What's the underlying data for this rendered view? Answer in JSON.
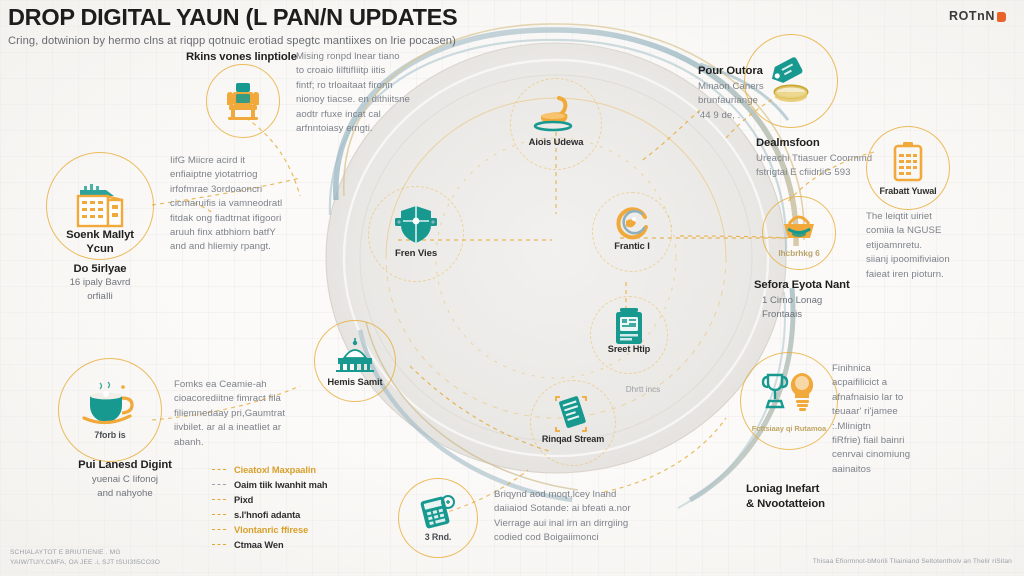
{
  "header": {
    "title": "DROP DIGITAL YAUN (L PAN/N UPDATES",
    "subtitle": "Cring, dotwinion by hermo clns at riqpp qotnuic erotiad spegtc mantiixes on lrie pocasen)",
    "brand": "ROTnN"
  },
  "center": {
    "hub_label": "Dhrtt incs"
  },
  "inner_nodes": [
    {
      "id": "fren-vies",
      "label": "Fren Vies",
      "icon": "shield-icon"
    },
    {
      "id": "frantic-i",
      "label": "Frantic I",
      "icon": "swirl-circle-icon"
    },
    {
      "id": "aiois-udewa",
      "label": "Aiois Udewa",
      "icon": "lamp-icon"
    },
    {
      "id": "sreet-htip",
      "label": "Sreet Htip",
      "icon": "book-icon"
    },
    {
      "id": "rinqad-stream",
      "label": "Rinqad Stream",
      "icon": "tilted-document-icon"
    },
    {
      "id": "hemis-samit",
      "label": "Hemis Samit",
      "icon": "capitol-building-icon"
    }
  ],
  "outer_nodes": [
    {
      "id": "chair",
      "label": "",
      "icon": "throne-chair-icon"
    },
    {
      "id": "store",
      "label": "",
      "icon": "storefront-icon"
    },
    {
      "id": "cup",
      "label": "7forb is",
      "icon": "teacup-icon"
    },
    {
      "id": "calculator",
      "label": "3 Rnd.",
      "icon": "calculator-icon"
    },
    {
      "id": "tag-ring",
      "label": "",
      "icon": "tag-ring-icon"
    },
    {
      "id": "clipboard",
      "label": "Frabatt Yuwal",
      "icon": "clipboard-icon"
    },
    {
      "id": "basket",
      "label": "Ihcbrhkg 6",
      "icon": "basket-icon"
    },
    {
      "id": "trophy",
      "label": "Fcttsiaay qi Rutamoa",
      "icon": "trophy-bulb-icon"
    }
  ],
  "text_blocks": [
    {
      "id": "top-left-heading",
      "heading": "Rkins vones linptiole",
      "body": "Mising ronpd lnear tiano\nto croaio IilftifIiitp iitis\nfintf; ro trloaitaat fironn\nnionoy tiacse. en dithiitsne\naodtr rfuxe incat cal\narfnntoiasy emgti."
    },
    {
      "id": "left-store-body",
      "heading": "",
      "body": "IifG Miicre acird it\nenfiaiptne yiotatrriog\nirfofmrae 3ordoaoncri\ncicmaruifis ia vamneodratl\nfitdak ong fiadtrnat  ifigoori\naruuh finx atbhiorn batfY\nand and hliemiy rpangt."
    },
    {
      "id": "left-store-label",
      "heading": "Soenk MaIlyt\nYcun",
      "body": ""
    },
    {
      "id": "left-store-sub",
      "heading": "Do 5irlyae",
      "body": "16 ipaly Bavrd\norfiaIli"
    },
    {
      "id": "cup-body",
      "heading": "",
      "body": "Fomks ea Ceamie-ah\ncioacorediitne fimract fila\nfiliemnedaay pri,Gaumtrat\niivbilet. ar al a ineatliet ar\nabanh."
    },
    {
      "id": "cup-label",
      "heading": "Pui Lanesd Digint",
      "body": "yuenai C Iifonoj\nand nahyohe"
    },
    {
      "id": "calculator-body",
      "heading": "",
      "body": "Briqynd aod moqt,lcey lnand\ndaiiaiod Sotande: ai bfeati a.nor\nVierrage aui inal irn an dirrgiing\ncodied cod Boigaiimonci"
    },
    {
      "id": "pour-outora",
      "heading": "Pour Outora",
      "body": "Minaon Caners\nbrunfauriange\n'44 9 de, ."
    },
    {
      "id": "dealmsfoon",
      "heading": "Dealmsfoon",
      "body": "Ureachi Ttiasuer Coormmd\nfstrigtai E cfiidrliG 593"
    },
    {
      "id": "sefora-body",
      "heading": "",
      "body": "The leiqtit uiriet\ncomiia la NGUSE\netijoamnretu.\nsiianj ipoomifiviaion\nfaieat iren pioturn."
    },
    {
      "id": "sefora-label",
      "heading": "Sefora Eyota Nant",
      "body": "1 Cirno Lonag\nFrontaais"
    },
    {
      "id": "trophy-body",
      "heading": "",
      "body": "Finihnica\nacpaifilicict a\nafnafnaisio lar to\nteuaar' ri'jamee\n:.Mlinigtn\nfiRfrie) fiail bainri\ncenrvai cinomiung\naainaitos"
    },
    {
      "id": "trophy-label",
      "heading": "Loniag Inefart\n& Nvootatteion",
      "body": ""
    }
  ],
  "legend": [
    {
      "marker": "gold",
      "label": "Cieatoxl Maxpaalin",
      "style": "gold"
    },
    {
      "marker": "gray",
      "label": "Oaim tiik lwanhit mah",
      "style": "dark"
    },
    {
      "marker": "gold",
      "label": "Pixd",
      "style": "dark"
    },
    {
      "marker": "gold",
      "label": "s.l'hnofi adanta",
      "style": "dark"
    },
    {
      "marker": "gold",
      "label": "Vlontanric ffirese",
      "style": "gold"
    },
    {
      "marker": "gold",
      "label": "Ctmaa Wen",
      "style": "dark"
    }
  ],
  "footer": {
    "left_line1": "SCHIALAYTOT E BRIUTIENIE . MG",
    "left_line2": "YAIW/TUIY,CMFA, OA JEE .i, SJT tSUI3fi5CO3O",
    "right": "Thisaa Efiormnot-bMorili Tliainiand Seltotentholv an Thelir riSitan"
  },
  "colors": {
    "gold": "#e8ab33",
    "gold_text": "#d8a12c",
    "teal": "#17998f",
    "orange": "#e8622a",
    "body_text": "#7d828b",
    "heading": "#1f1f1f",
    "blue_gray": "#8fb0bd"
  }
}
